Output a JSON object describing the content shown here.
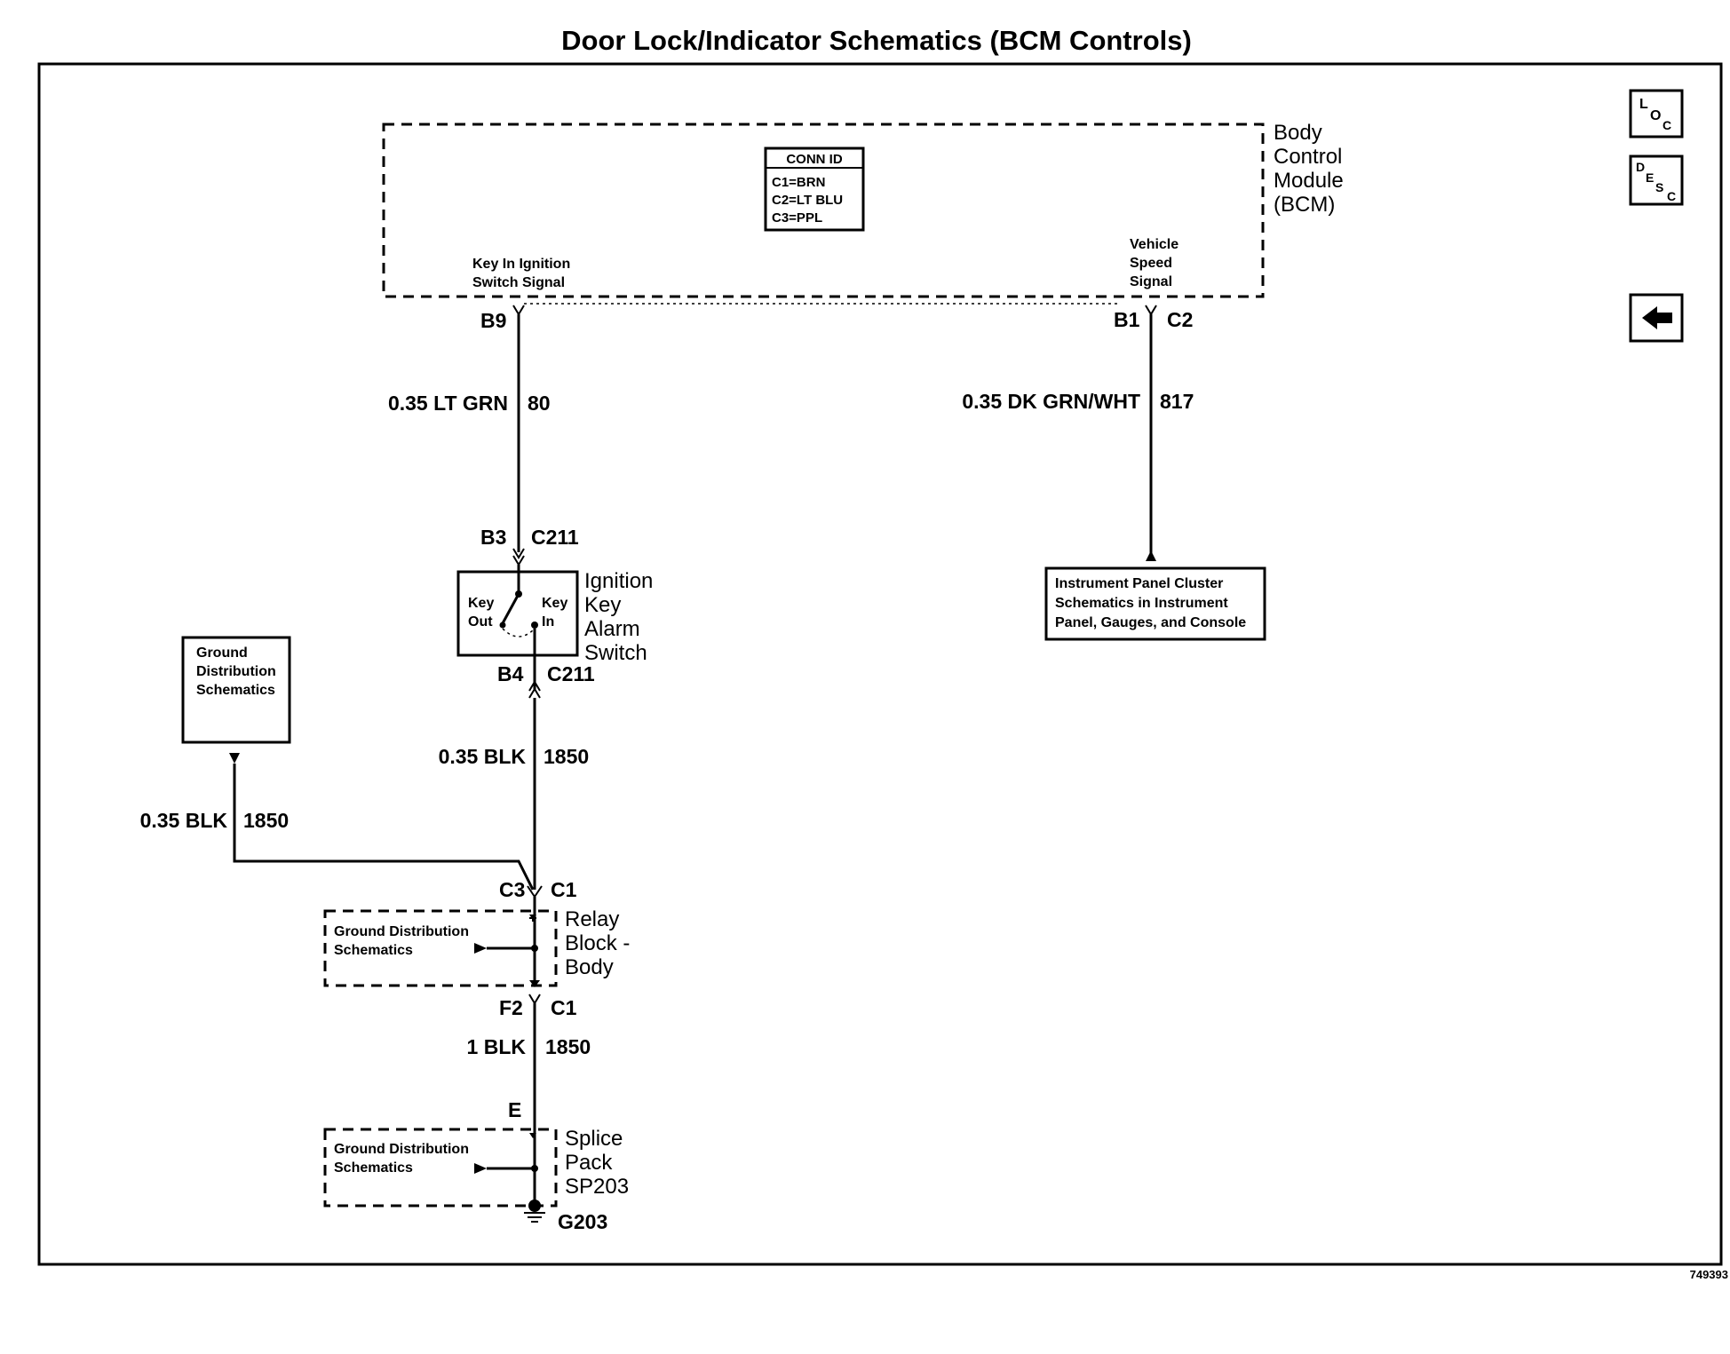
{
  "title": "Door Lock/Indicator Schematics (BCM Controls)",
  "figure_id": "749393",
  "nav": {
    "loc": {
      "l": "L",
      "o": "O",
      "c": "C"
    },
    "desc": {
      "d": "D",
      "e": "E",
      "s": "S",
      "c": "C"
    },
    "back_icon": "left-arrow-icon"
  },
  "bcm": {
    "name_lines": [
      "Body",
      "Control",
      "Module",
      "(BCM)"
    ],
    "conn_id": {
      "header": "CONN ID",
      "rows": [
        "C1=BRN",
        "C2=LT BLU",
        "C3=PPL"
      ]
    },
    "key_signal_lines": [
      "Key In Ignition",
      "Switch Signal"
    ],
    "speed_signal_lines": [
      "Vehicle",
      "Speed",
      "Signal"
    ]
  },
  "circuit_80": {
    "top_pin": "B9",
    "wire_size_color": "0.35 LT GRN",
    "circuit_number": "80",
    "bottom_pin": "B3",
    "bottom_connector": "C211"
  },
  "circuit_817": {
    "pin": "B1",
    "connector": "C2",
    "wire_size_color": "0.35 DK GRN/WHT",
    "circuit_number": "817",
    "ipc_lines": [
      "Instrument Panel Cluster",
      "Schematics in Instrument",
      "Panel, Gauges, and Console"
    ]
  },
  "ignition_switch": {
    "name_lines": [
      "Ignition",
      "Key",
      "Alarm",
      "Switch"
    ],
    "key_out": [
      "Key",
      "Out"
    ],
    "key_in": [
      "Key",
      "In"
    ],
    "lower_pin": "B4",
    "lower_connector": "C211"
  },
  "circuit_1850_upper": {
    "wire_size_color": "0.35 BLK",
    "circuit_number": "1850"
  },
  "ground_dist_box": {
    "lines": [
      "Ground",
      "Distribution",
      "Schematics"
    ],
    "wire_size_color": "0.35 BLK",
    "circuit_number": "1850"
  },
  "relay_block": {
    "top_pin_left": "C3",
    "top_connector": "C1",
    "name_lines": [
      "Relay",
      "Block -",
      "Body"
    ],
    "gd_lines": [
      "Ground Distribution",
      "Schematics"
    ],
    "bottom_pin": "F2",
    "bottom_connector": "C1"
  },
  "circuit_1850_lower": {
    "wire_size_color": "1 BLK",
    "circuit_number": "1850"
  },
  "splice_pack": {
    "pin": "E",
    "name_lines": [
      "Splice",
      "Pack",
      "SP203"
    ],
    "gd_lines": [
      "Ground Distribution",
      "Schematics"
    ],
    "ground": "G203"
  }
}
